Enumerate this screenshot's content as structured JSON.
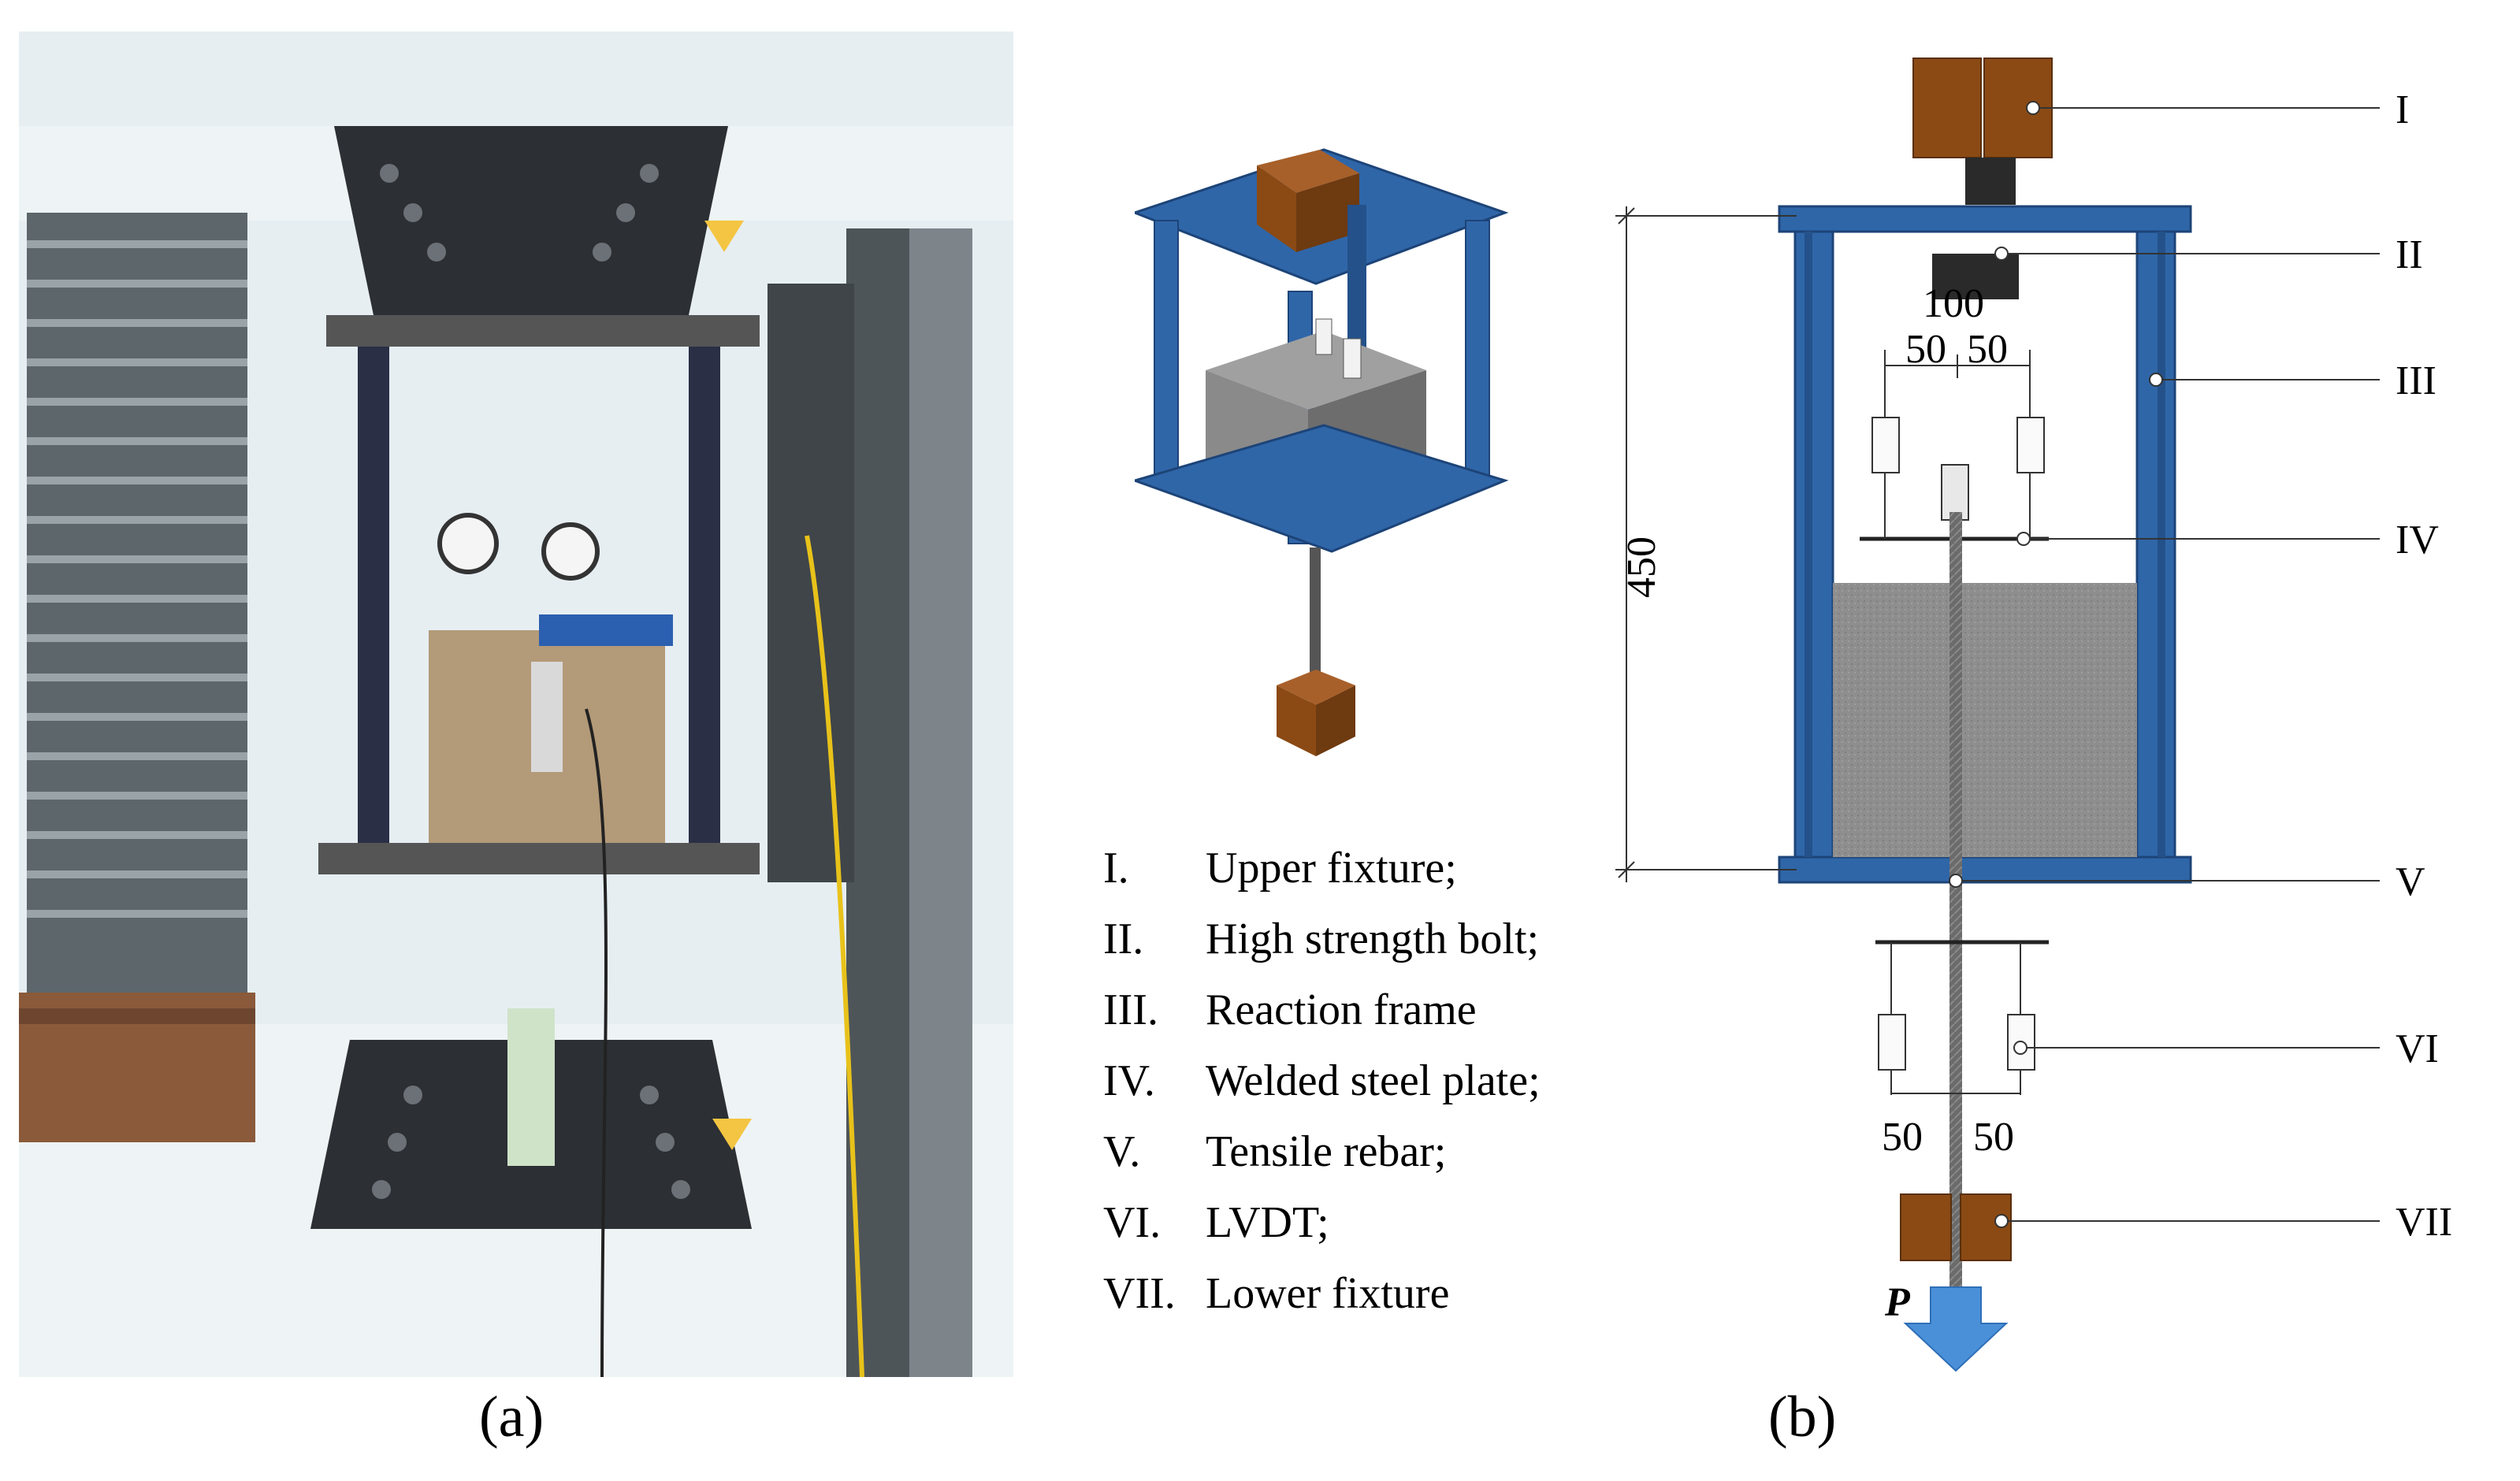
{
  "panels": {
    "a_caption": "(a)",
    "b_caption": "(b)"
  },
  "legend": [
    {
      "num": "I.",
      "text": "Upper fixture;"
    },
    {
      "num": "II.",
      "text": "High strength bolt;"
    },
    {
      "num": "III.",
      "text": "Reaction frame"
    },
    {
      "num": "IV.",
      "text": "Welded steel plate;"
    },
    {
      "num": "V.",
      "text": "Tensile rebar;"
    },
    {
      "num": "VI.",
      "text": "LVDT;"
    },
    {
      "num": "VII.",
      "text": "Lower fixture"
    }
  ],
  "schematic": {
    "dim_height": "450",
    "dim_bolt": "100",
    "dim_top_left": "50",
    "dim_top_right": "50",
    "dim_bot_left": "50",
    "dim_bot_right": "50",
    "load_label": "P",
    "callouts": [
      "I",
      "II",
      "III",
      "IV",
      "V",
      "VI",
      "VII"
    ]
  },
  "colors": {
    "frame_blue": "#2f66a8",
    "fixture_brown": "#8b4a14",
    "concrete_gray": "#8a8a8a",
    "arrow_blue": "#4a90d9"
  }
}
